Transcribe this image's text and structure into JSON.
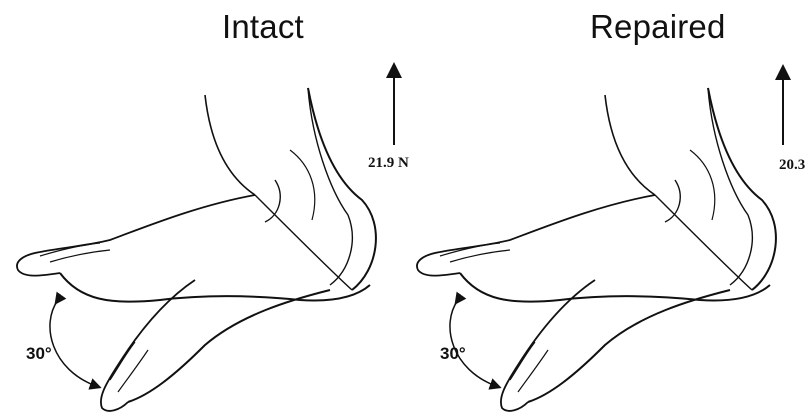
{
  "panels": [
    {
      "title": "Intact",
      "force": "21.9 N",
      "angle": "30°"
    },
    {
      "title": "Repaired",
      "force": "20.3",
      "angle": "30°"
    }
  ],
  "colors": {
    "line": "#111111",
    "background": "#ffffff"
  }
}
